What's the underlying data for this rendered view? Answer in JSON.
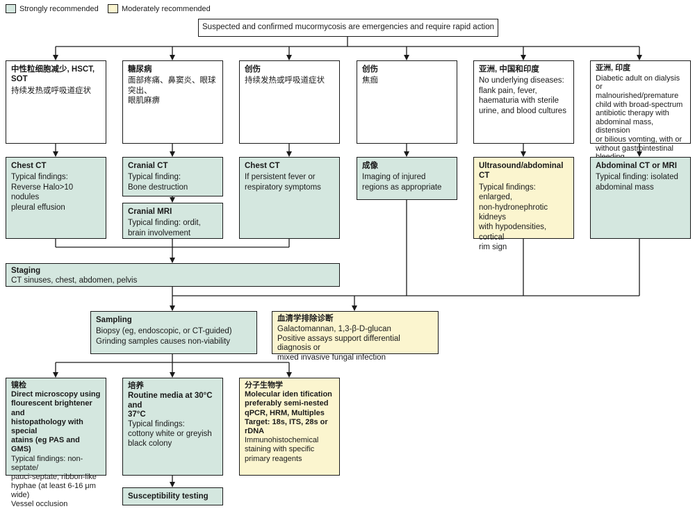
{
  "legend": {
    "strong": {
      "label": "Strongly recommended",
      "color": "#d4e7df"
    },
    "moderate": {
      "label": "Moderately recommended",
      "color": "#fbf5cf"
    }
  },
  "root": "Suspected and confirmed mucormycosis are emergencies and require rapid action",
  "populations": [
    {
      "title": "中性粒细胞减少, HSCT, SOT",
      "lines": [
        "持续发热或呼吸道症状"
      ]
    },
    {
      "title": "糖尿病",
      "lines": [
        "面部疼痛、鼻窦炎、眼球突出、",
        "眼肌麻痹"
      ]
    },
    {
      "title": "创伤",
      "lines": [
        "持续发热或呼吸道症状"
      ]
    },
    {
      "title": "创伤",
      "lines": [
        "焦痂"
      ]
    },
    {
      "title": "亚洲, 中国和印度",
      "lines": [
        "No underlying diseases:",
        "flank pain, fever,",
        "haematuria with sterile",
        "urine, and blood cultures"
      ]
    },
    {
      "title": "亚洲, 印度",
      "lines": [
        "Diabetic adult on dialysis or",
        "malnourished/premature",
        "child with broad-spectrum",
        "antibiotic therapy with",
        "abdominal mass, distension",
        "or bilious vomting, with or",
        "without gastrointestinal",
        "bleeding"
      ]
    }
  ],
  "imaging": [
    {
      "title": "Chest CT",
      "lines": [
        "Typical findings:",
        "Reverse Halo>10 nodules",
        "pleural effusion"
      ]
    },
    {
      "title": "Cranial CT",
      "lines": [
        "Typical finding:",
        "Bone destruction"
      ]
    },
    {
      "title": "Chest CT",
      "lines": [
        "If persistent fever or",
        "respiratory symptoms"
      ]
    },
    {
      "title": "成像",
      "lines": [
        "Imaging of injured",
        "regions as appropriate"
      ]
    },
    {
      "title": "Ultrasound/abdominal CT",
      "lines": [
        "Typical findings: enlarged,",
        "non-hydronephrotic kidneys",
        "with hypodensities, cortical",
        "rim sign"
      ]
    },
    {
      "title": "Abdominal CT or MRI",
      "lines": [
        "Typical finding: isolated",
        "abdominal mass"
      ]
    }
  ],
  "cranial_mri": {
    "title": "Cranial MRI",
    "lines": [
      "Typical finding: ordit,",
      "brain involvement"
    ]
  },
  "staging": {
    "title": "Staging",
    "lines": [
      "CT sinuses, chest, abdomen, pelvis"
    ]
  },
  "sampling": {
    "title": "Sampling",
    "lines": [
      "Biopsy (eg, endoscopic, or CT-guided)",
      "Grinding samples causes non-viability"
    ]
  },
  "serology": {
    "title": "血清学排除诊断",
    "lines": [
      "Galactomannan, 1,3-β-D-glucan",
      "Positive assays support differential diagnosis or",
      "mixed invasive fungal infection"
    ]
  },
  "microscopy": {
    "title": "镜检",
    "bold_lines": [
      "Direct microscopy using",
      "flourescent brightener and",
      "histopathology with special",
      "atains (eg PAS and GMS)"
    ],
    "lines": [
      "Typical findings: non-septate/",
      "pauci-septate, ribbon-like",
      "hyphae (at least 6-16 μm wide)",
      "Vessel occlusion"
    ]
  },
  "culture": {
    "title": "培养",
    "bold_lines": [
      "Routine media at 30°C and",
      "37°C"
    ],
    "lines": [
      "Typical findings:",
      "cottony white or greyish",
      "black colony"
    ]
  },
  "molecular": {
    "title": "分子生物学",
    "bold_lines": [
      "Molecular iden tification",
      "preferably semi-nested",
      "qPCR, HRM, Multiples",
      "Target: 18s, ITS, 28s or rDNA"
    ],
    "lines": [
      "Immunohistochemical",
      "staining with specific",
      "primary reagents"
    ]
  },
  "susceptibility": {
    "title": "Susceptibility testing"
  }
}
